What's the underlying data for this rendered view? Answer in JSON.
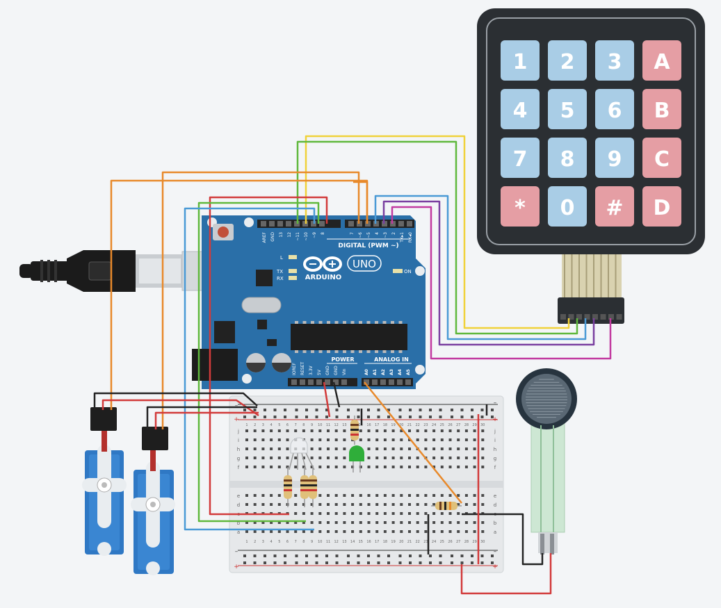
{
  "colors": {
    "background": "#f3f5f7",
    "arduino_board": "#2a6fa8",
    "keypad_body": "#2b2f33",
    "key_blue": "#a9cde6",
    "key_red": "#e59ea4",
    "servo_body": "#2f78c4",
    "wire_orange": "#e8892a",
    "wire_yellow": "#f0d23a",
    "wire_green": "#5fb83c",
    "wire_blue": "#4a9ad6",
    "wire_purple": "#7a3fa0",
    "wire_magenta": "#c23aa0",
    "wire_red": "#d23a3a",
    "wire_black": "#222222",
    "led_green": "#2fae3a"
  },
  "arduino": {
    "brand": "ARDUINO",
    "model": "UNO",
    "digital_label": "DIGITAL (PWM ~)",
    "power_label": "POWER",
    "analog_label": "ANALOG IN",
    "on_label": "ON",
    "l_label": "L",
    "tx_label": "TX",
    "rx_label": "RX",
    "top_pins": [
      "AREF",
      "GND",
      "13",
      "12",
      "~11",
      "~10",
      "~9",
      "8",
      "7",
      "~6",
      "~5",
      "4",
      "~3",
      "2",
      "TX▸1",
      "RX◂0"
    ],
    "power_pins": [
      "IOREF",
      "RESET",
      "3.3V",
      "5V",
      "GND",
      "GND",
      "Vin"
    ],
    "analog_pins": [
      "A0",
      "A1",
      "A2",
      "A3",
      "A4",
      "A5"
    ]
  },
  "keypad": {
    "keys": [
      {
        "label": "1",
        "kind": "digit"
      },
      {
        "label": "2",
        "kind": "digit"
      },
      {
        "label": "3",
        "kind": "digit"
      },
      {
        "label": "A",
        "kind": "letter"
      },
      {
        "label": "4",
        "kind": "digit"
      },
      {
        "label": "5",
        "kind": "digit"
      },
      {
        "label": "6",
        "kind": "digit"
      },
      {
        "label": "B",
        "kind": "letter"
      },
      {
        "label": "7",
        "kind": "digit"
      },
      {
        "label": "8",
        "kind": "digit"
      },
      {
        "label": "9",
        "kind": "digit"
      },
      {
        "label": "C",
        "kind": "letter"
      },
      {
        "label": "*",
        "kind": "symbol"
      },
      {
        "label": "0",
        "kind": "digit"
      },
      {
        "label": "#",
        "kind": "symbol"
      },
      {
        "label": "D",
        "kind": "letter"
      }
    ]
  },
  "breadboard": {
    "row_letters_top": [
      "j",
      "i",
      "h",
      "g",
      "f"
    ],
    "row_letters_bottom": [
      "e",
      "d",
      "c",
      "b",
      "a"
    ],
    "column_numbers": [
      "1",
      "2",
      "3",
      "4",
      "5",
      "6",
      "7",
      "8",
      "9",
      "10",
      "11",
      "12",
      "13",
      "14",
      "15",
      "16",
      "17",
      "18",
      "19",
      "20",
      "21",
      "22",
      "23",
      "24",
      "25",
      "26",
      "27",
      "28",
      "29",
      "30"
    ],
    "rail_plus": "+",
    "rail_minus": "–"
  },
  "components": [
    "usb-cable",
    "arduino-uno",
    "keypad-4x4",
    "breadboard",
    "servo-1",
    "servo-2",
    "rgb-led",
    "green-led",
    "resistors",
    "force-sensor"
  ]
}
